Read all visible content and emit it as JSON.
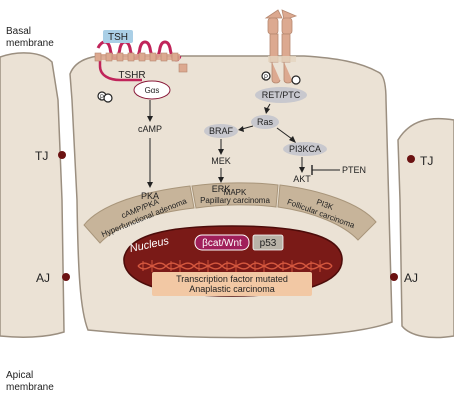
{
  "labels": {
    "basal_line1": "Basal",
    "basal_line2": "membrane",
    "apical_line1": "Apical",
    "apical_line2": "membrane",
    "tj_left": "TJ",
    "tj_right": "TJ",
    "aj_left": "AJ",
    "aj_right": "AJ",
    "tsh": "TSH",
    "tshr": "TSHR",
    "galpha_s": "Gαs",
    "camp": "cAMP",
    "pka": "PKA",
    "ret_ptc": "RET/PTC",
    "ras": "Ras",
    "braf": "BRAF",
    "mek": "MEK",
    "erk": "ERK",
    "pi3kca": "PI3KCA",
    "pten": "PTEN",
    "akt": "AKT",
    "p_left": "P",
    "p_right": "P",
    "arc_camp_line1": "cAMP/PKA",
    "arc_camp_line2": "Hyperfunctional adenoma",
    "arc_mapk_line1": "MAPK",
    "arc_mapk_line2": "Papillary carcinoma",
    "arc_pi3k_line1": "PI3K",
    "arc_pi3k_line2": "Follicular carcinoma",
    "nucleus": "Nucleus",
    "bcat_wnt": "βcat/Wnt",
    "p53": "p53",
    "tf_line1": "Transcription factor mutated",
    "tf_line2": "Anaplastic carcinoma"
  },
  "colors": {
    "cell_fill": "#ebe2d5",
    "cell_stroke": "#9b8f80",
    "junction": "#6b1212",
    "nucleus_fill": "#7a1a17",
    "nucleus_inner": "#5c100e",
    "arc_band": "#c7b49a",
    "tsh_box": "#aacfe6",
    "protein_pill": "#c8c8ce",
    "receptor_magenta": "#c0245a",
    "receptor_tan": "#dca990",
    "bcat_box": "#a01f5a",
    "p53_box": "#b9b3a8",
    "tf_box": "#f2c8a4",
    "dna_red": "#d4573e"
  }
}
